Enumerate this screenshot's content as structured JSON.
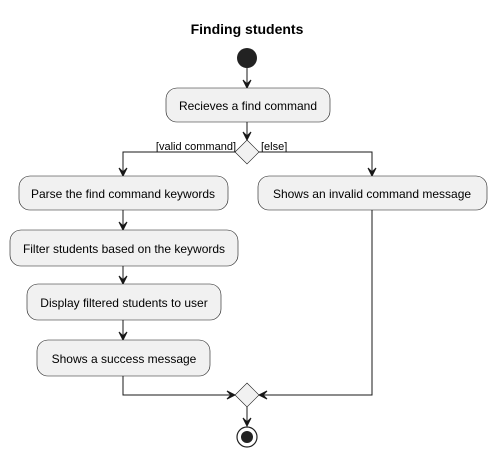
{
  "diagram": {
    "title": "Finding students",
    "activities": {
      "receive": "Recieves a find command",
      "parse": "Parse the find command keywords",
      "filter": "Filter students based on the keywords",
      "display": "Display filtered students to user",
      "success": "Shows a success message",
      "invalid": "Shows an invalid command message"
    },
    "guards": {
      "valid": "[valid command]",
      "else": "[else]"
    },
    "colors": {
      "node_fill": "#f1f1f1",
      "stroke": "#181818",
      "start": "#222222"
    }
  }
}
